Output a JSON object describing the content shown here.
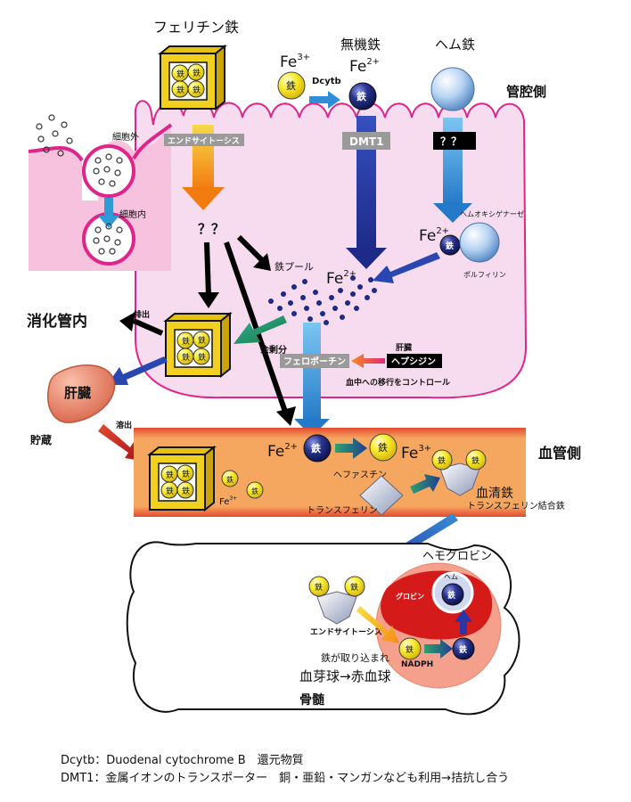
{
  "inputs": {
    "ferritin_iron": "フェリチン鉄",
    "inorganic_iron": "無機鉄",
    "heme_iron": "ヘム鉄",
    "fe3": "Fe",
    "fe3_sup": "3+",
    "fe2": "Fe",
    "fe2_sup": "2+",
    "dcytb": "Dcytb",
    "lumen_side": "管腔側"
  },
  "transporters": {
    "endocytosis_label": "エンドサイトーシス",
    "dmt1": "DMT1",
    "heme_transporter": "？？",
    "cytosol_unknown": "？？"
  },
  "inset": {
    "extracellular": "細胞外",
    "intracellular": "細胞内"
  },
  "enterocyte": {
    "heme_oxygenase": "ヘムオキシゲナーゼ",
    "porphyrin": "ポルフィリン",
    "iron_pool": "鉄プール",
    "excess": "余剰分",
    "excretion": "排出",
    "gut_lumen": "消化管内",
    "ferroportin": "フェロポーチン",
    "liver_small": "肝臓",
    "hepcidin": "ヘプシジン",
    "blood_control": "血中への移行をコントロール",
    "iron_char": "鉄"
  },
  "liver": {
    "label": "肝臓",
    "storage": "貯蔵",
    "release": "溶出"
  },
  "blood": {
    "blood_side": "血管側",
    "hephaestin": "ヘファスチン",
    "transferrin": "トランスフェリン",
    "serum_iron": "血清鉄",
    "transferrin_bound": "トランスフェリン結合鉄"
  },
  "marrow": {
    "hemoglobin": "ヘモグロビン",
    "globin": "グロビン",
    "heme": "ヘム",
    "endocytosis_label": "エンドサイトーシス",
    "nadph": "NADPH",
    "iron_uptake": "鉄が取り込まれ",
    "erythro": "血芽球→赤血球",
    "bone_marrow": "骨髄"
  },
  "footnotes": {
    "dcytb_note": "Dcytb：Duodenal cytochrome B　還元物質",
    "dmt1_note": "DMT1：金属イオンのトランスポーター　銅・亜鉛・マンガンなども利用→拮抗し合う"
  },
  "colors": {
    "cell_fill": "#f7dcef",
    "cell_stroke": "#e0248a",
    "blood_fill": "#f5a760",
    "blood_edge": "#e24a2e",
    "iron_yellow": "#f7ea2b",
    "iron_navy": "#202a78",
    "arrow_blue": "#2e8fd6",
    "arrow_navy": "#2636a0",
    "rbc_red": "#d51a1a",
    "liver_fill": "#ee8a6c"
  }
}
